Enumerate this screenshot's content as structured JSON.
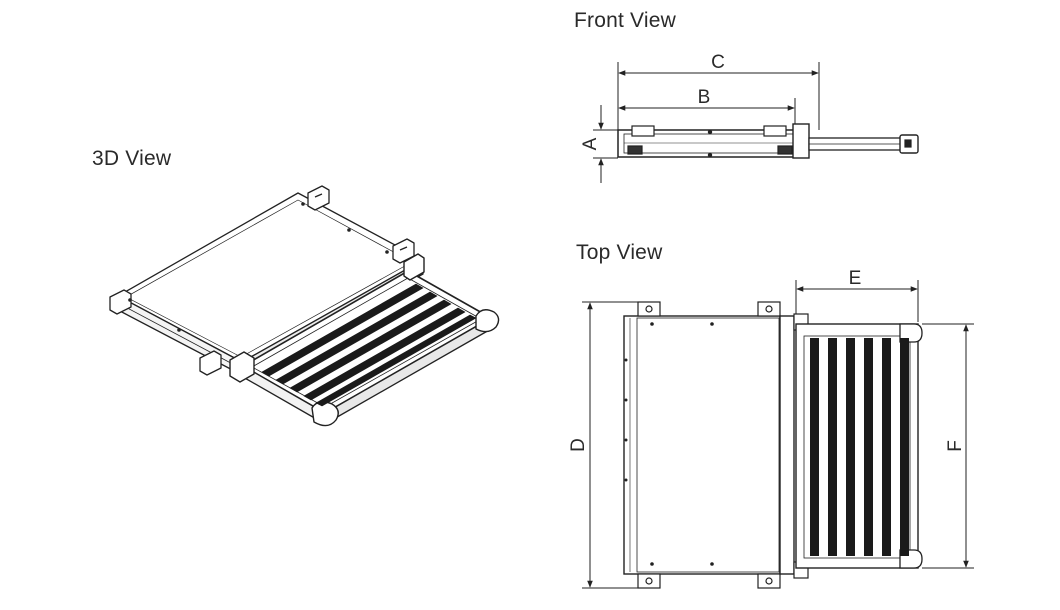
{
  "titles": {
    "three_d": "3D View",
    "front": "Front View",
    "top": "Top View"
  },
  "dimensions": {
    "A": "A",
    "B": "B",
    "C": "C",
    "D": "D",
    "E": "E",
    "F": "F"
  },
  "colors": {
    "line": "#222222",
    "tread": "#1a1a1a",
    "background": "#ffffff"
  }
}
